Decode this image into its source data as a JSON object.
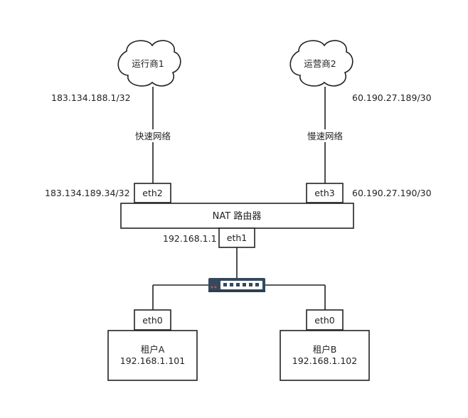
{
  "isp": {
    "isp1": {
      "label": "运行商1",
      "ip": "183.134.188.1/32",
      "link": "快速网络"
    },
    "isp2": {
      "label": "运营商2",
      "ip": "60.190.27.189/30",
      "link": "慢速网络"
    }
  },
  "router": {
    "label": "NAT 路由器",
    "eth2": {
      "label": "eth2",
      "ip": "183.134.189.34/32"
    },
    "eth3": {
      "label": "eth3",
      "ip": "60.190.27.190/30"
    },
    "eth1": {
      "label": "eth1",
      "ip": "192.168.1.1"
    }
  },
  "switch": {
    "icon": "network-switch-icon"
  },
  "tenants": {
    "a": {
      "port": "eth0",
      "name": "租户A",
      "ip": "192.168.1.101"
    },
    "b": {
      "port": "eth0",
      "name": "租户B",
      "ip": "192.168.1.102"
    }
  },
  "colors": {
    "line": "#222222",
    "switch_body": "#34495e",
    "switch_port": "#ffffff",
    "led": "#e74c3c"
  }
}
